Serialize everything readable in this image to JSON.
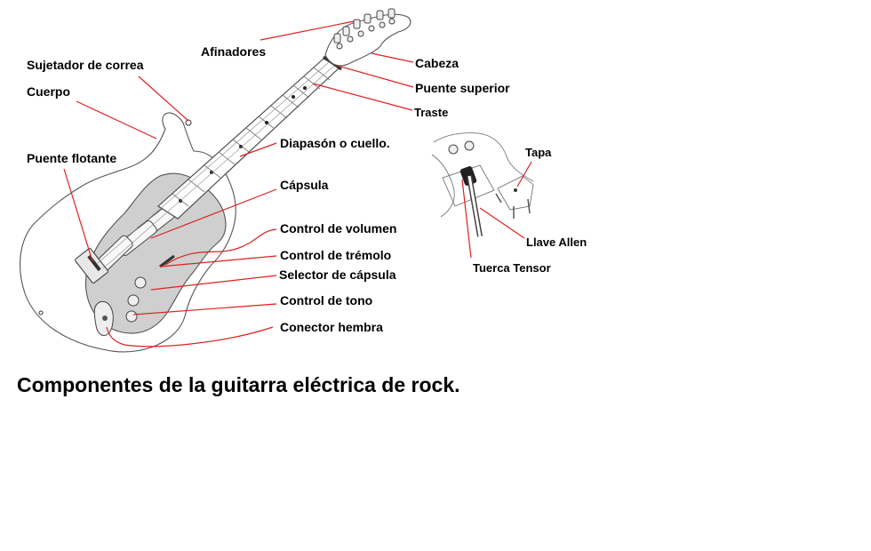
{
  "labels": {
    "afinadores": "Afinadores",
    "sujetador": "Sujetador de correa",
    "cuerpo": "Cuerpo",
    "puente_flotante": "Puente flotante",
    "cabeza": "Cabeza",
    "puente_superior": "Puente superior",
    "traste": "Traste",
    "diapason": "Diapasón o cuello.",
    "capsula": "Cápsula",
    "control_volumen": "Control de volumen",
    "control_tremolo": "Control de trémolo",
    "selector_capsula": "Selector de cápsula",
    "control_tono": "Control de tono",
    "conector_hembra": "Conector hembra",
    "tapa": "Tapa",
    "llave_allen": "Llave Allen",
    "tuerca_tensor": "Tuerca Tensor"
  },
  "caption": "Componentes de la guitarra eléctrica de rock.",
  "colors": {
    "leader": "#e02020",
    "text": "#000000",
    "pickguard": "#cfcfcf"
  }
}
